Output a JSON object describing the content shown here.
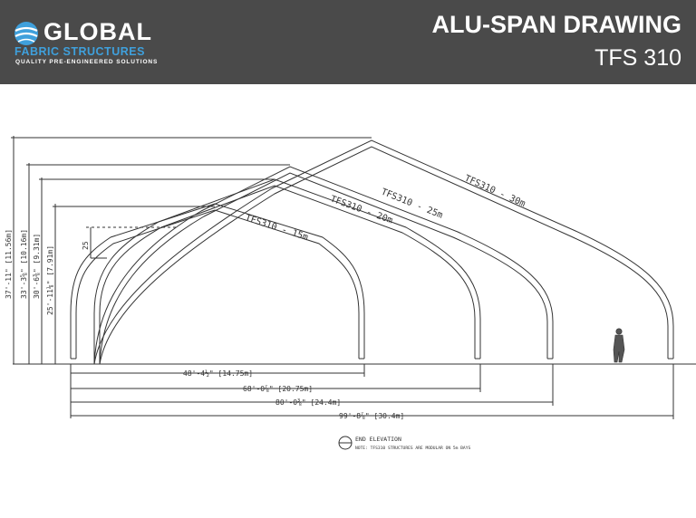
{
  "header": {
    "logo": {
      "name": "GLOBAL",
      "subtitle": "FABRIC STRUCTURES",
      "tagline": "QUALITY PRE-ENGINEERED SOLUTIONS",
      "icon": "globe-icon"
    },
    "title": "ALU-SPAN DRAWING",
    "subtitle": "TFS 310"
  },
  "drawing": {
    "structure_labels": [
      "TFS310 - 15m",
      "TFS310 - 20m",
      "TFS310 - 25m",
      "TFS310 - 30m"
    ],
    "height_labels": [
      "37'-11\" [11.56m]",
      "33'-3⅝\" [10.16m]",
      "30'-6⅜\" [9.31m]",
      "25'-11⅛\" [7.91m]"
    ],
    "width_labels": [
      "48'-4½\" [14.75m]",
      "68'-0⅞\" [20.75m]",
      "80'-0⅜\" [24.4m]",
      "99'-8⅞\" [30.4m]"
    ],
    "pitch_label": "25",
    "legend": {
      "title": "END ELEVATION",
      "note": "NOTE: TFS310 STRUCTURES ARE MODULAR ON 5m BAYS"
    }
  },
  "colors": {
    "header_bg": "#4a4a4a",
    "logo_accent": "#3fa0dc",
    "line": "#333333"
  }
}
